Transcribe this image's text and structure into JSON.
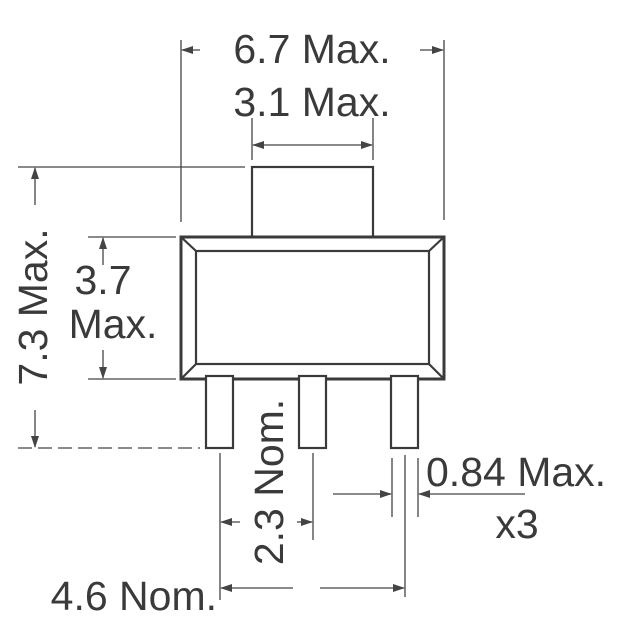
{
  "dimensions": {
    "overall_width": "6.7 Max.",
    "tab_width": "3.1 Max.",
    "overall_height": "7.3 Max.",
    "body_height_line1": "3.7",
    "body_height_line2": "Max.",
    "lead_pitch": "2.3 Nom.",
    "outer_lead_span": "4.6 Nom.",
    "lead_width": "0.84 Max.",
    "lead_count": "x3"
  },
  "colors": {
    "line": "#3a3a3a",
    "background": "#ffffff"
  }
}
